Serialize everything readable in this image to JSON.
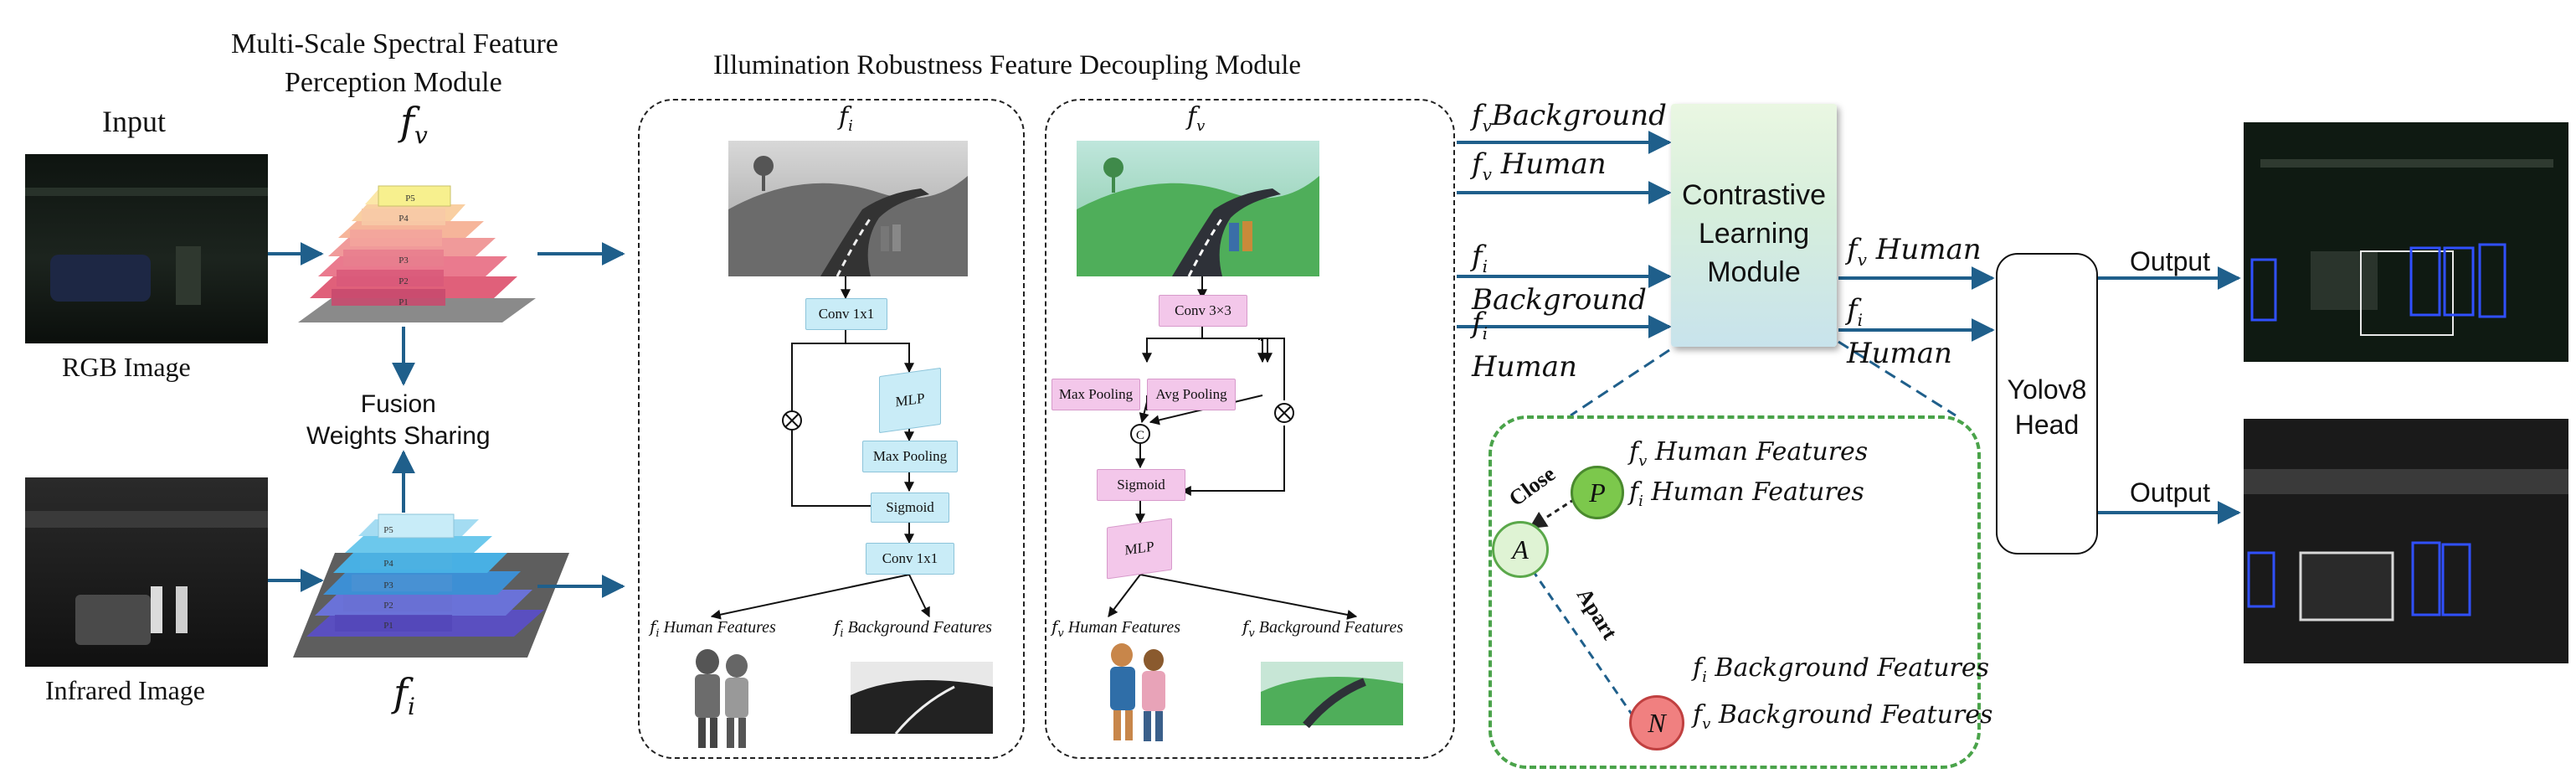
{
  "input": {
    "title": "Input",
    "rgb_label": "RGB Image",
    "ir_label": "Infrared Image"
  },
  "multiscale": {
    "title_line1": "Multi-Scale Spectral Feature",
    "title_line2": "Perception Module",
    "fv": "f",
    "fv_sub": "v",
    "fi": "f",
    "fi_sub": "i",
    "fusion_line1": "Fusion",
    "fusion_line2": "Weights Sharing",
    "levels": [
      "P5",
      "P4",
      "P3",
      "P2",
      "P1"
    ]
  },
  "irfd": {
    "title": "Illumination Robustness Feature Decoupling Module",
    "left": {
      "head": "f",
      "head_sub": "i",
      "conv_top": "Conv 1x1",
      "mlp": "MLP",
      "maxpool": "Max Pooling",
      "sigmoid": "Sigmoid",
      "conv_bottom": "Conv 1x1",
      "out_human": "Human Features",
      "out_bg": "Background Features",
      "op": "⊗"
    },
    "right": {
      "head": "f",
      "head_sub": "v",
      "conv_top": "Conv 3×3",
      "maxpool": "Max Pooling",
      "avgpool": "Avg Pooling",
      "concat": "C",
      "sigmoid": "Sigmoid",
      "mlp": "MLP",
      "out_human": "Human Features",
      "out_bg": "Background Features",
      "op": "⊗"
    }
  },
  "contrastive": {
    "box_line1": "Contrastive",
    "box_line2": "Learning",
    "box_line3": "Module",
    "in_fv_bg": "Background",
    "in_fv_human": "Human",
    "in_fi_bg": "Background",
    "in_fi_human": "Human",
    "out_fv_human": "Human",
    "out_fi_human": "Human",
    "close_label": "Close",
    "apart_label": "Apart",
    "node_a": "A",
    "node_p": "P",
    "node_n": "N",
    "p_line1": "Human Features",
    "p_line2": "Human Features",
    "n_line1": "Background Features",
    "n_line2": "Background Features"
  },
  "yolo": {
    "line1": "Yolov8",
    "line2": "Head"
  },
  "output": {
    "label1": "Output",
    "label2": "Output"
  },
  "colors": {
    "arrow_blue": "#1f5f8b",
    "green_dash": "#4aa34a",
    "node_a_fill": "#dff3d4",
    "node_p_fill": "#7cc84c",
    "node_n_fill": "#f08080"
  }
}
